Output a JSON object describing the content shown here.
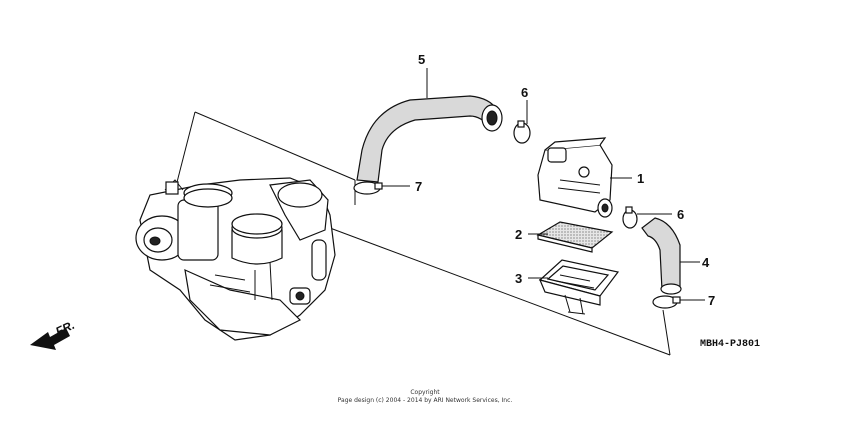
{
  "callouts": {
    "c1": "1",
    "c2": "2",
    "c3": "3",
    "c4": "4",
    "c5": "5",
    "c6a": "6",
    "c6b": "6",
    "c7a": "7",
    "c7b": "7"
  },
  "diagram_code": "MBH4-PJ801",
  "direction_label": "FR.",
  "copyright": {
    "line1": "Copyright",
    "line2": "Page design (c) 2004 - 2014 by ARI Network Services, Inc."
  },
  "icons": [
    "front-direction-arrow-icon"
  ]
}
